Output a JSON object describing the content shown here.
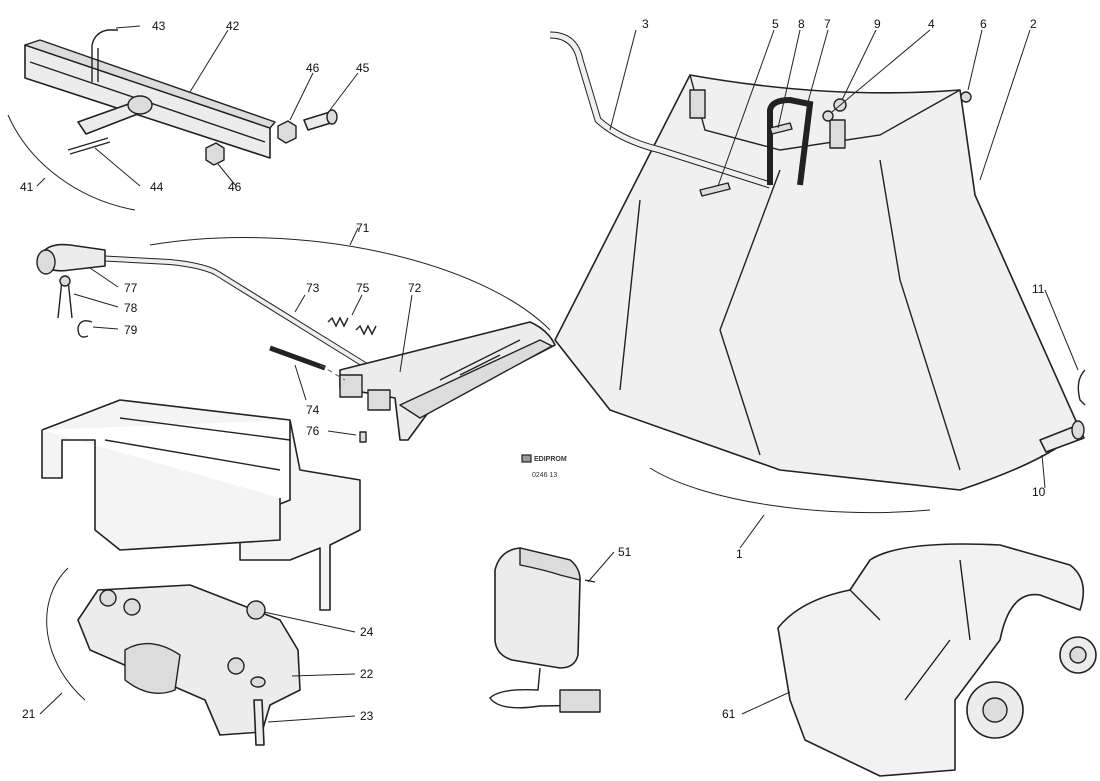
{
  "callouts": {
    "c1": "1",
    "c2": "2",
    "c3": "3",
    "c4": "4",
    "c5": "5",
    "c6": "6",
    "c7": "7",
    "c8": "8",
    "c9": "9",
    "c10": "10",
    "c11": "11",
    "c21": "21",
    "c22": "22",
    "c23": "23",
    "c24": "24",
    "c41": "41",
    "c42": "42",
    "c43": "43",
    "c44": "44",
    "c45": "45",
    "c46a": "46",
    "c46b": "46",
    "c51": "51",
    "c61": "61",
    "c71": "71",
    "c72": "72",
    "c73": "73",
    "c74": "74",
    "c75": "75",
    "c76": "76",
    "c77": "77",
    "c78": "78",
    "c79": "79"
  },
  "logo": {
    "brand": "EDIPROM",
    "code": "0246 13"
  }
}
